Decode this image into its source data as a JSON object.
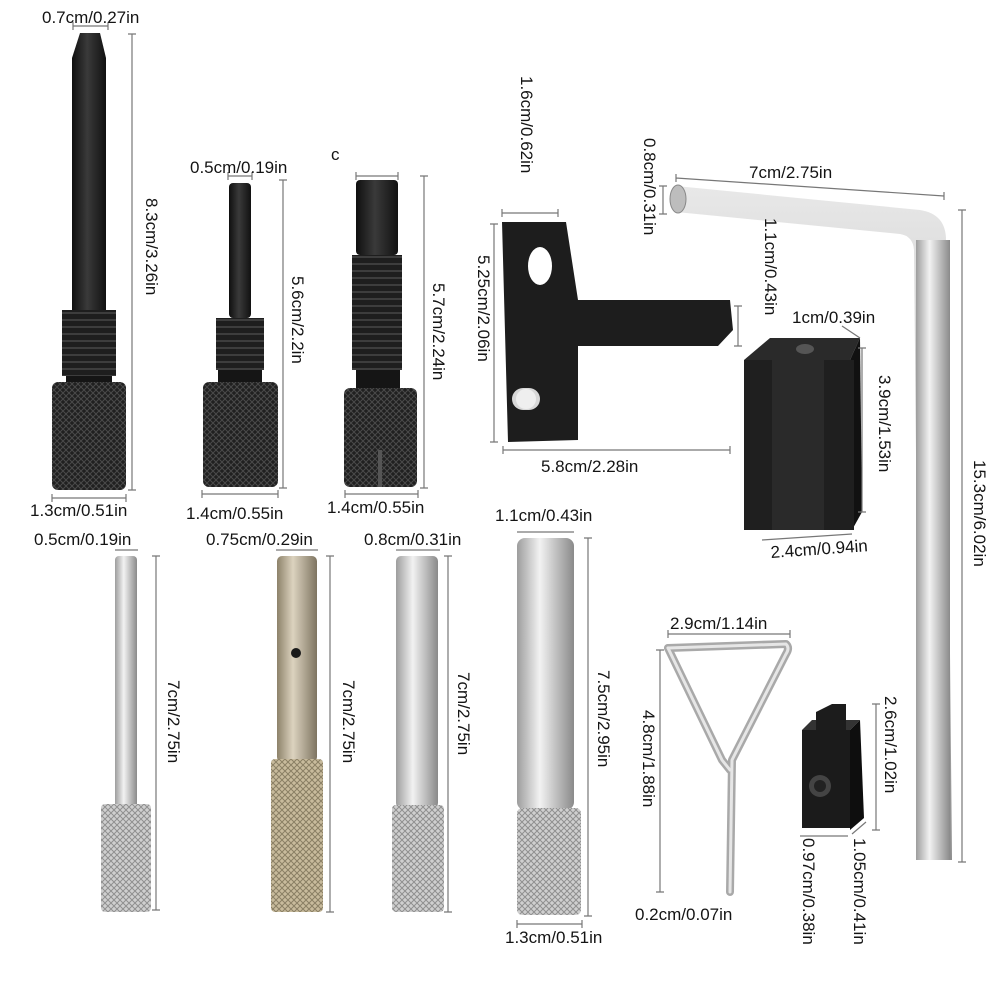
{
  "labels": {
    "pin1_tip": "0.7cm/0.27in",
    "pin1_len": "8.3cm/3.26in",
    "pin1_base": "1.3cm/0.51in",
    "pin2_tip": "0.5cm/0.19in",
    "pin2_len": "5.6cm/2.2in",
    "pin2_base": "1.4cm/0.55in",
    "pin3_tag": "c",
    "pin3_len": "5.7cm/2.24in",
    "pin3_base": "1.4cm/0.55in",
    "bracket_top": "1.6cm/0.62in",
    "bracket_h": "5.25cm/2.06in",
    "bracket_w": "5.8cm/2.28in",
    "bracket_arm": "1.1cm/0.43in",
    "wrench_thick": "0.8cm/0.31in",
    "wrench_short": "7cm/2.75in",
    "wrench_long": "15.3cm/6.02in",
    "block_top": "1cm/0.39in",
    "block_h": "3.9cm/1.53in",
    "block_w": "2.4cm/0.94in",
    "spin1_tip": "0.5cm/0.19in",
    "spin1_len": "7cm/2.75in",
    "spin2_tip": "0.75cm/0.29in",
    "spin2_len": "7cm/2.75in",
    "spin3_tip": "0.8cm/0.31in",
    "spin3_len": "7cm/2.75in",
    "spin4_tip": "1.1cm/0.43in",
    "spin4_len": "7.5cm/2.95in",
    "spin4_base": "1.3cm/0.51in",
    "tri_w": "2.9cm/1.14in",
    "tri_h": "4.8cm/1.88in",
    "tri_wire": "0.2cm/0.07in",
    "nut_h": "2.6cm/1.02in",
    "nut_w1": "0.97cm/0.38in",
    "nut_w2": "1.05cm/0.41in"
  },
  "colors": {
    "black_metal": "#1c1c1c",
    "silver_metal": "#c9c9c9",
    "gold_metal": "#b9ac8c",
    "dim_line": "#777777",
    "text": "#141414"
  }
}
